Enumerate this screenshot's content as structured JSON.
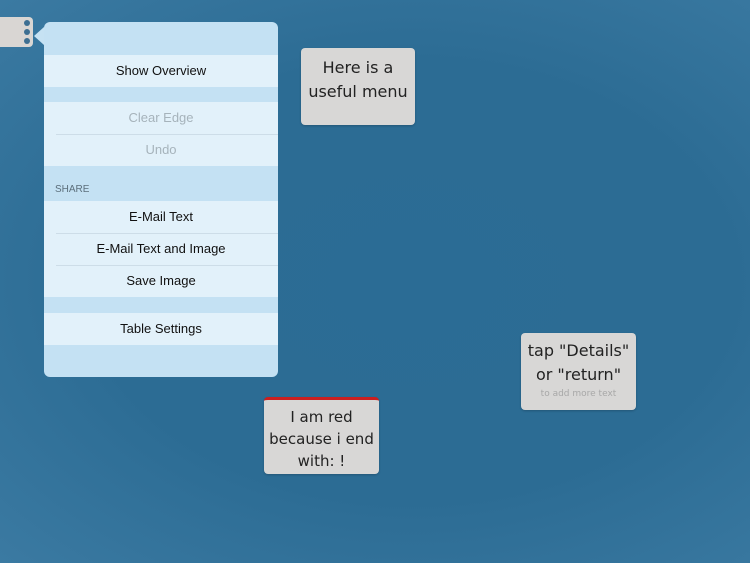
{
  "menu": {
    "items": [
      {
        "label": "Show Overview"
      },
      {
        "label": "Clear Edge"
      },
      {
        "label": "Undo"
      },
      {
        "label": "E-Mail Text"
      },
      {
        "label": "E-Mail Text and Image"
      },
      {
        "label": "Save Image"
      },
      {
        "label": "Table Settings"
      }
    ],
    "share_header": "SHARE"
  },
  "nodes": [
    {
      "text": "Here is a useful menu"
    },
    {
      "text": "I am red because i end with: !",
      "accent": "#cc1f1f"
    },
    {
      "text": "tap \"Details\" or \"return\"",
      "hint": "to add more text"
    }
  ]
}
